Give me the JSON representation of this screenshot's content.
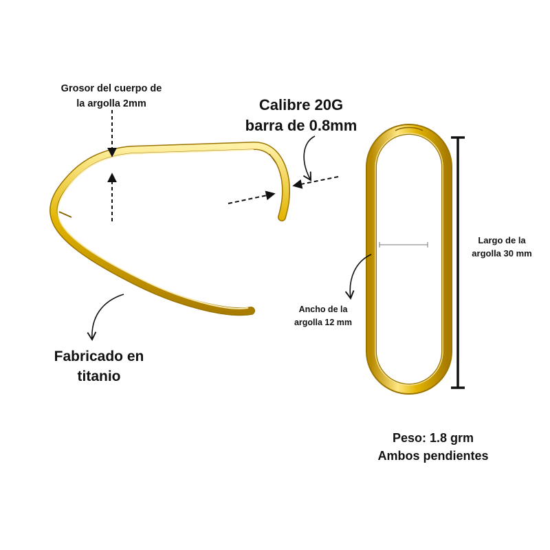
{
  "colors": {
    "gold_dark": "#b88a00",
    "gold": "#e2b400",
    "gold_light": "#fff1a6",
    "annotation": "#111111",
    "background": "#ffffff"
  },
  "labels": {
    "grosor": [
      "Grosor del cuerpo de",
      "la argolla 2mm"
    ],
    "calibre": [
      "Calibre 20G",
      "barra de 0.8mm"
    ],
    "largo": [
      "Largo de la",
      "argolla 30 mm"
    ],
    "ancho": [
      "Ancho de la",
      "argolla 12 mm"
    ],
    "fabricado": [
      "Fabricado en",
      "titanio"
    ],
    "peso": [
      "Peso: 1.8 grm",
      "Ambos pendientes"
    ]
  }
}
